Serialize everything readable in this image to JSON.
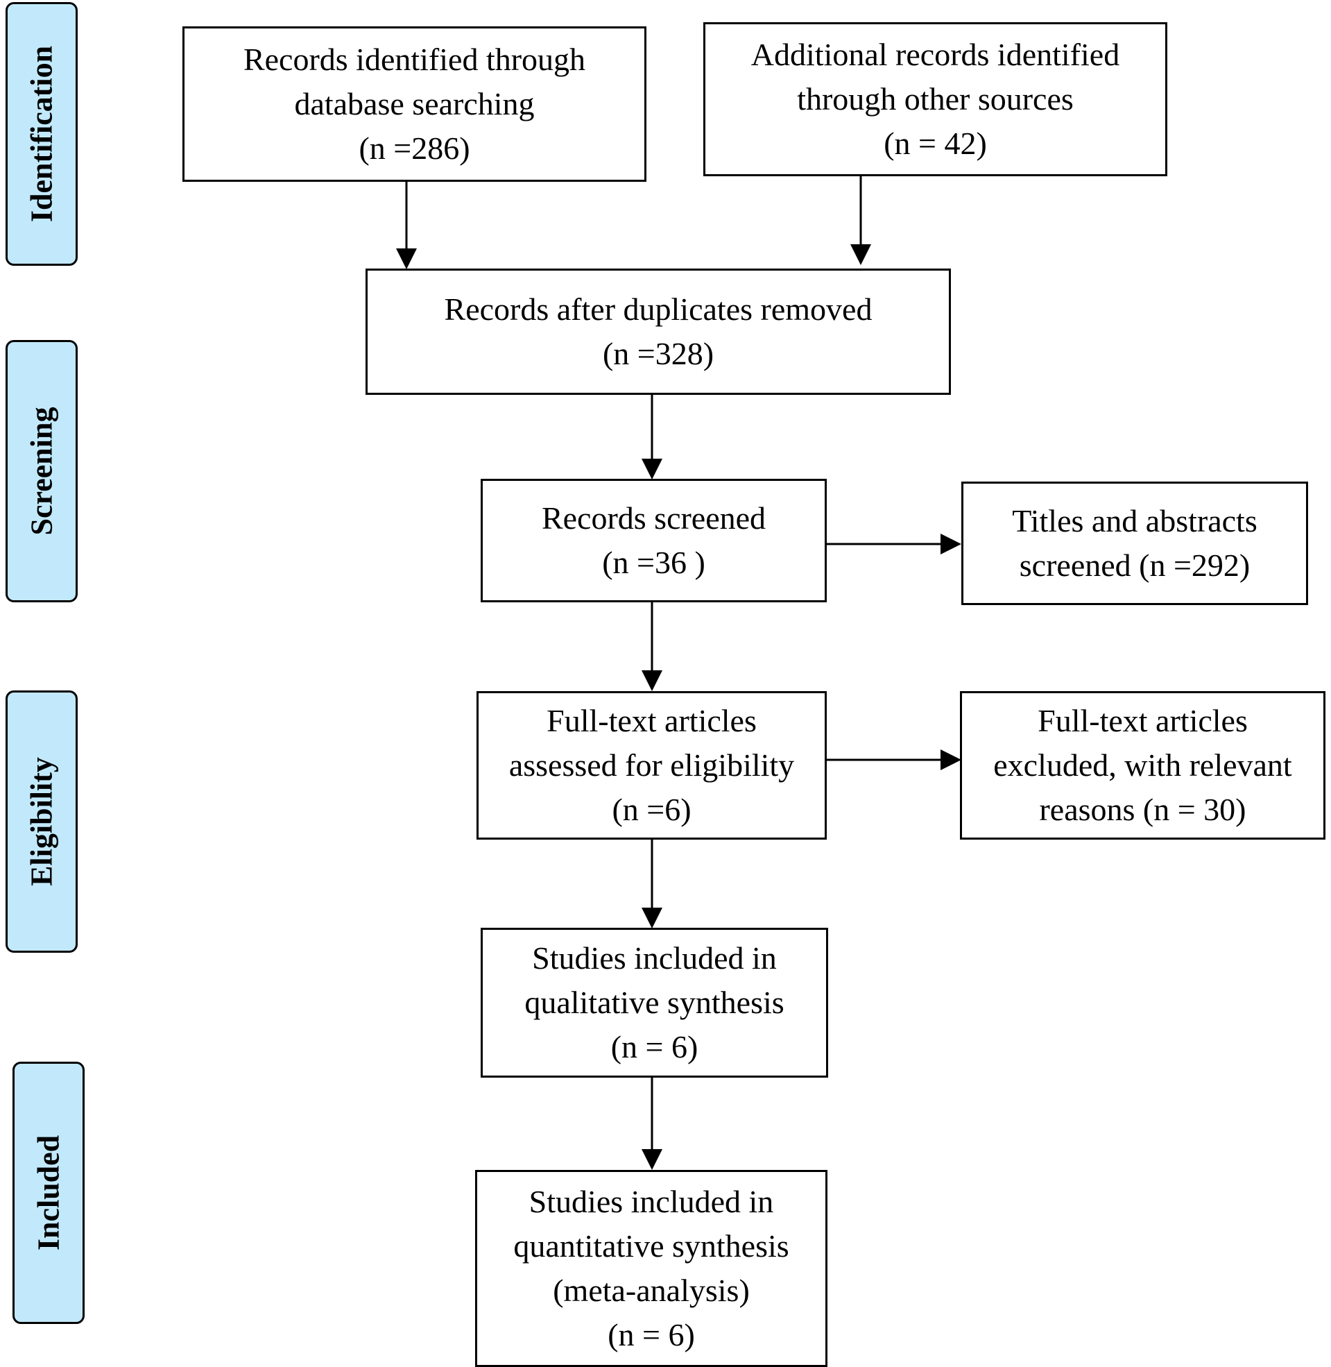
{
  "stages": {
    "identification": "Identification",
    "screening": "Screening",
    "eligibility": "Eligibility",
    "included": "Included"
  },
  "boxes": {
    "database_records": {
      "lines": [
        "Records identified through",
        "database searching",
        "(n =286)"
      ]
    },
    "other_records": {
      "lines": [
        "Additional records identified",
        "through other sources",
        "(n = 42)"
      ]
    },
    "after_duplicates": {
      "lines": [
        "Records after duplicates removed",
        "(n =328)"
      ]
    },
    "screened": {
      "lines": [
        "Records screened",
        "(n =36 )"
      ]
    },
    "titles_abstracts": {
      "lines": [
        "Titles and abstracts",
        "screened (n =292)"
      ]
    },
    "full_text_assessed": {
      "lines": [
        "Full-text articles",
        "assessed for eligibility",
        "(n =6)"
      ]
    },
    "full_text_excluded": {
      "lines": [
        "Full-text articles",
        "excluded, with relevant",
        "reasons (n = 30)"
      ]
    },
    "qualitative": {
      "lines": [
        "Studies included in",
        "qualitative synthesis",
        "(n = 6)"
      ]
    },
    "quantitative": {
      "lines": [
        "Studies included in",
        "quantitative synthesis",
        "(meta-analysis)",
        "(n = 6)"
      ]
    }
  },
  "colors": {
    "stage_fill": "#c2e9fb",
    "line": "#000000"
  }
}
